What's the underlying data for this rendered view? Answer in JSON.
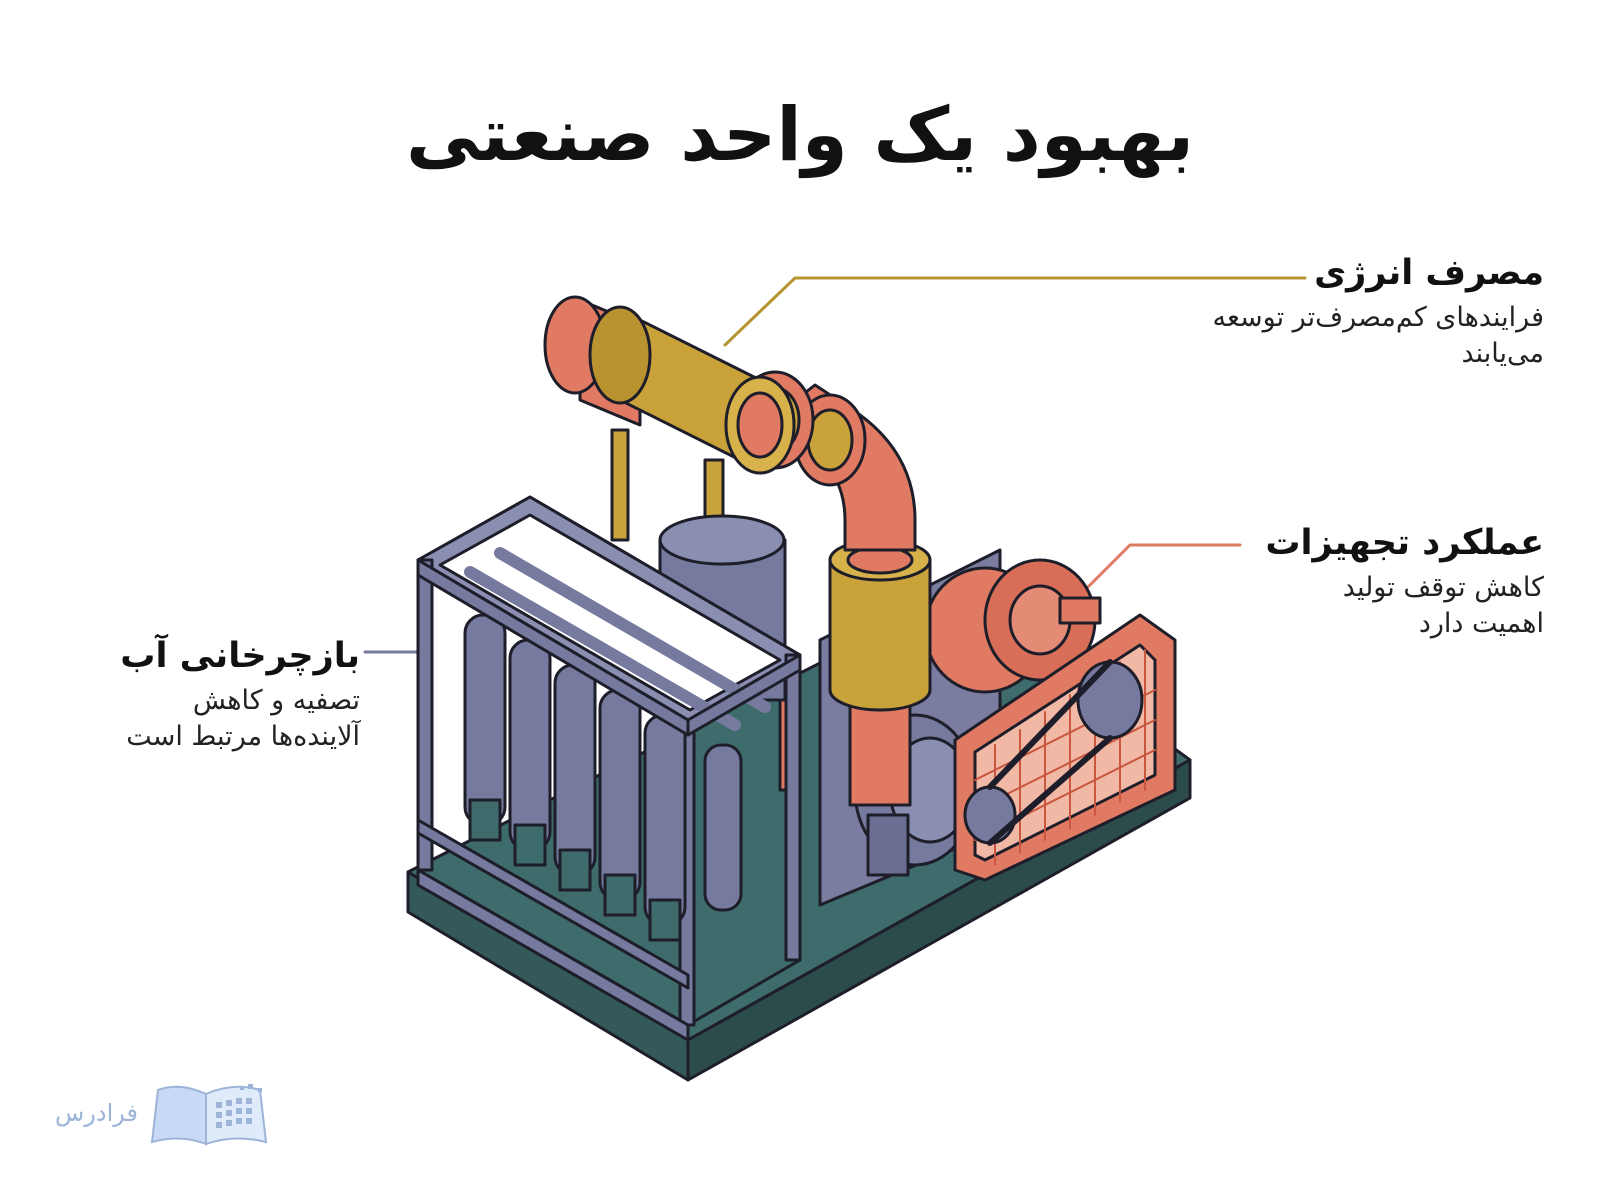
{
  "title": "بهبود یک واحد صنعتی",
  "callouts": {
    "energy": {
      "heading": "مصرف انرژی",
      "line1": "فرایندهای کم‌مصرف‌تر توسعه",
      "line2": "می‌یابند",
      "color": "#b59530"
    },
    "equipment": {
      "heading": "عملکرد تجهیزات",
      "line1": "کاهش توقف تولید",
      "line2": "اهمیت دارد",
      "color": "#e07a62"
    },
    "water": {
      "heading": "بازچرخانی آب",
      "line1": "تصفیه و کاهش",
      "line2": "آلاینده‌ها مرتبط است",
      "color": "#767a9e"
    }
  },
  "brand": {
    "name": "فرادرس"
  },
  "colors": {
    "pipe": "#e07a62",
    "insulation": "#c9a23a",
    "frame": "#767a9e",
    "base": "#3e6b6b",
    "outline": "#1e1e2a"
  }
}
